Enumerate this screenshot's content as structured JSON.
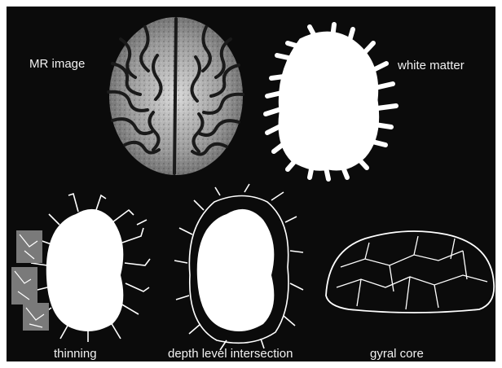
{
  "figure": {
    "labels": {
      "mr_image": "MR image",
      "white_matter": "white matter",
      "thinning": "thinning",
      "depth_level_intersection": "depth level intersection",
      "gyral_core": "gyral core"
    },
    "colors": {
      "panel_background": "#0b0b0b",
      "foreground": "#ffffff",
      "page_background": "#ffffff"
    }
  }
}
